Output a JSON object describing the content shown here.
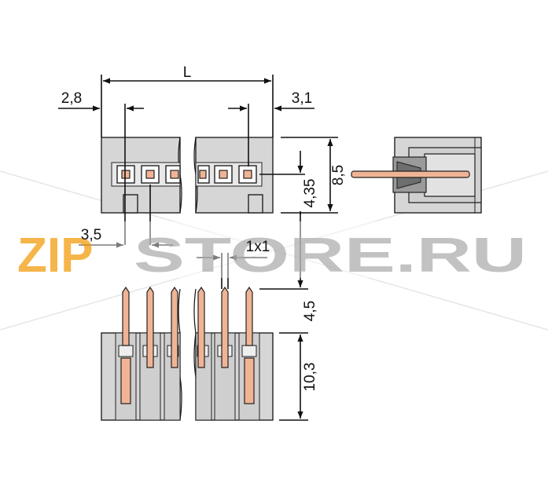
{
  "dimensions": {
    "L": "L",
    "left_offset": "2,8",
    "right_offset": "3,1",
    "height_total": "8,5",
    "height_pin": "4,35",
    "pitch": "3,5",
    "pin_section": "1x1",
    "pin_length": "4,5",
    "body_height": "10,3"
  },
  "watermark": {
    "text_orange": "ZIP",
    "text_grey": "STORE.RU"
  },
  "colors": {
    "body": "#d6d6d6",
    "pin": "#f0b495",
    "watermark_orange": "#f5a523",
    "watermark_grey": "#b5b5b5"
  }
}
